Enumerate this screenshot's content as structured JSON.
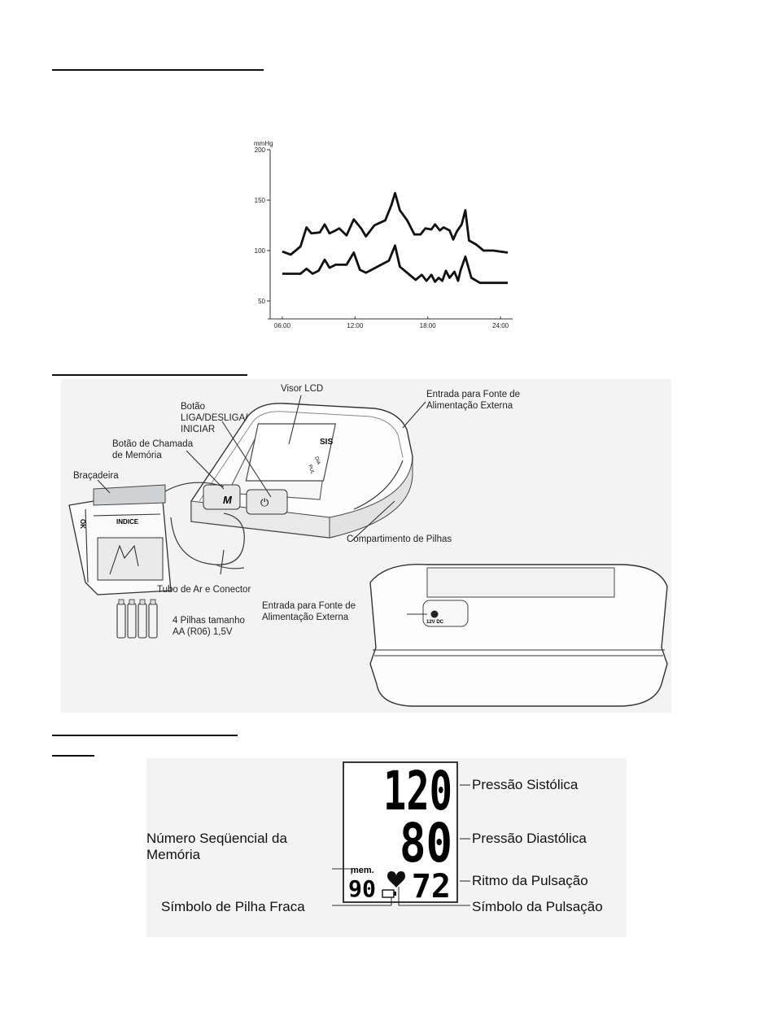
{
  "chart_data": {
    "type": "line",
    "ylabel": "mmHg",
    "ylim": [
      50,
      200
    ],
    "yticks": [
      50,
      100,
      150,
      200
    ],
    "xlim": [
      5.0,
      25.0
    ],
    "xticks": [
      {
        "value": 6,
        "label": "06:00"
      },
      {
        "value": 12,
        "label": "12:00"
      },
      {
        "value": 18,
        "label": "18:00"
      },
      {
        "value": 24,
        "label": "24:00"
      }
    ],
    "grid": false,
    "series": [
      {
        "points": [
          [
            6.0,
            99
          ],
          [
            6.7,
            96
          ],
          [
            7.5,
            104
          ],
          [
            8.0,
            123
          ],
          [
            8.4,
            117
          ],
          [
            9.1,
            118
          ],
          [
            9.5,
            126
          ],
          [
            9.9,
            117
          ],
          [
            10.4,
            120
          ],
          [
            10.7,
            122
          ],
          [
            11.3,
            115
          ],
          [
            11.9,
            131
          ],
          [
            12.5,
            122
          ],
          [
            12.9,
            114
          ],
          [
            13.6,
            125
          ],
          [
            14.5,
            130
          ],
          [
            15.0,
            145
          ],
          [
            15.3,
            157
          ],
          [
            15.7,
            140
          ],
          [
            16.3,
            130
          ],
          [
            16.9,
            116
          ],
          [
            17.4,
            116
          ],
          [
            17.8,
            122
          ],
          [
            18.3,
            121
          ],
          [
            18.6,
            126
          ],
          [
            19.0,
            120
          ],
          [
            19.3,
            123
          ],
          [
            19.8,
            120
          ],
          [
            20.1,
            111
          ],
          [
            20.4,
            119
          ],
          [
            20.8,
            126
          ],
          [
            21.1,
            140
          ],
          [
            21.4,
            110
          ],
          [
            22.0,
            106
          ],
          [
            22.6,
            100
          ],
          [
            23.4,
            100
          ],
          [
            24.6,
            98
          ]
        ]
      },
      {
        "points": [
          [
            6.0,
            77
          ],
          [
            7.5,
            77
          ],
          [
            8.0,
            82
          ],
          [
            8.5,
            77
          ],
          [
            9.0,
            80
          ],
          [
            9.5,
            91
          ],
          [
            9.9,
            83
          ],
          [
            10.4,
            86
          ],
          [
            11.3,
            86
          ],
          [
            11.9,
            98
          ],
          [
            12.4,
            81
          ],
          [
            12.9,
            78
          ],
          [
            14.0,
            85
          ],
          [
            14.8,
            90
          ],
          [
            15.3,
            105
          ],
          [
            15.7,
            84
          ],
          [
            16.3,
            78
          ],
          [
            17.0,
            71
          ],
          [
            17.5,
            76
          ],
          [
            17.9,
            70
          ],
          [
            18.3,
            76
          ],
          [
            18.6,
            69
          ],
          [
            18.9,
            73
          ],
          [
            19.2,
            70
          ],
          [
            19.5,
            80
          ],
          [
            19.8,
            73
          ],
          [
            20.2,
            79
          ],
          [
            20.5,
            70
          ],
          [
            20.7,
            80
          ],
          [
            21.1,
            94
          ],
          [
            21.6,
            73
          ],
          [
            22.3,
            68
          ],
          [
            23.3,
            68
          ],
          [
            24.6,
            68
          ]
        ]
      }
    ]
  },
  "diagram": {
    "labels": {
      "visor_lcd": "Visor LCD",
      "botao_liga": "Botão\nLIGA/DESLIGA/\nINICIAR",
      "botao_memoria": "Botão de Chamada\nde Memória",
      "bracadeira": "Braçadeira",
      "entrada_fonte_top": "Entrada para Fonte de\nAlimentação Externa",
      "compartimento": "Compartimento de Pilhas",
      "tubo": "Tubo de Ar e Conector",
      "pilhas": "4 Pilhas tamanho\nAA (R06) 1,5V",
      "entrada_fonte_back": "Entrada para Fonte de\nAlimentação Externa"
    },
    "device_text": {
      "sis": "SIS",
      "dia": "DIA",
      "pul": "PUL",
      "m_key": "M",
      "power_key": "⏻",
      "ok": "OK",
      "indice": "INDICE",
      "dc": "12V DC"
    }
  },
  "lcd": {
    "systolic": "120",
    "diastolic": "80",
    "pulse": "72",
    "memory_label": "mem.",
    "memory_number": "90",
    "labels": {
      "sistolica": "Pressão Sistólica",
      "diastolica": "Pressão Diastólica",
      "memoria": "Número Seqüencial da\nMemória",
      "ritmo": "Ritmo da Pulsação",
      "pilha": "Símbolo de Pilha Fraca",
      "pulsacao": "Símbolo da Pulsação"
    }
  }
}
